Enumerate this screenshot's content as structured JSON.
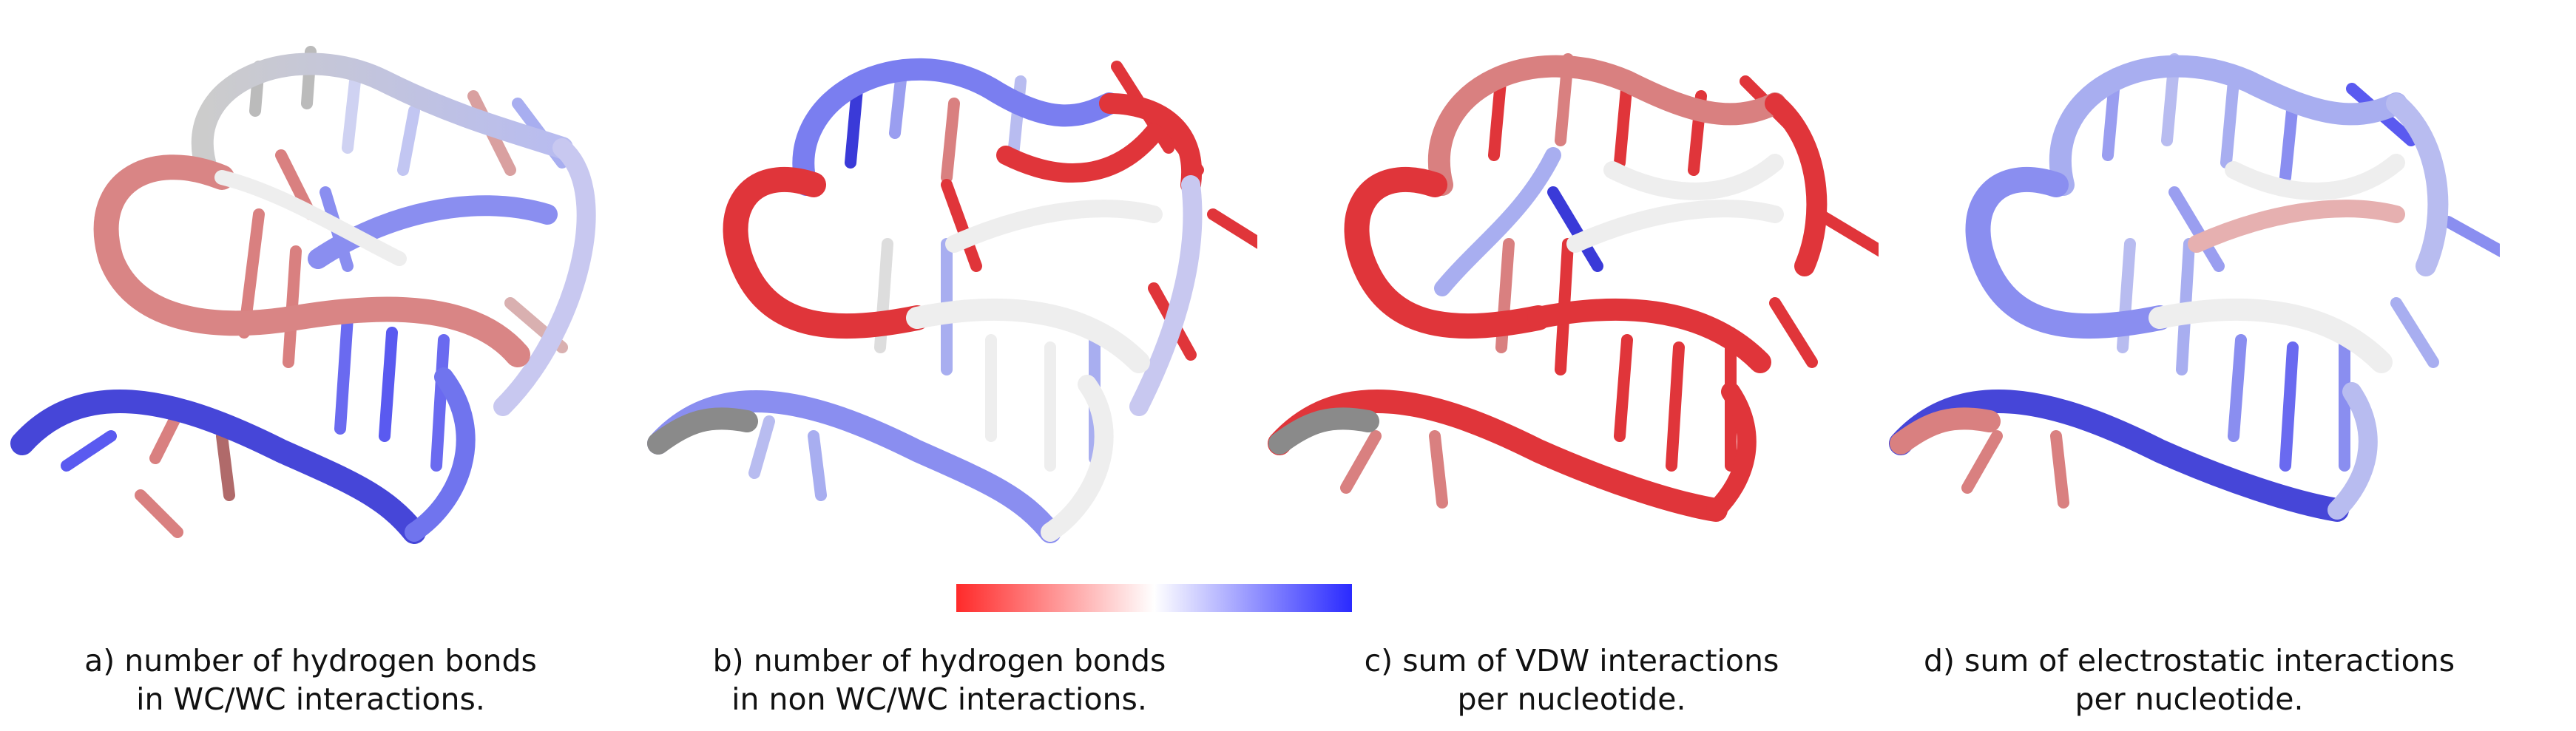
{
  "panels": [
    {
      "id": "a",
      "line1": "a) number of hydrogen bonds",
      "line2": "in WC/WC interactions."
    },
    {
      "id": "b",
      "line1": "b) number of hydrogen bonds",
      "line2": "in non WC/WC interactions."
    },
    {
      "id": "c",
      "line1": "c) sum of  VDW interactions",
      "line2": "per nucleotide."
    },
    {
      "id": "d",
      "line1": "d) sum of  electrostatic interactions",
      "line2": "per nucleotide."
    }
  ],
  "colorbar": {
    "colors": [
      "#ff2a2a",
      "#ffffff",
      "#2a2aff"
    ]
  },
  "colors": {
    "red": "#e0353a",
    "salmon": "#d98080",
    "white": "#eeeeee",
    "blue": "#5a5af0",
    "lavender": "#a8aef0",
    "gray": "#8a8a8a",
    "dark": "#3a3a3a"
  }
}
